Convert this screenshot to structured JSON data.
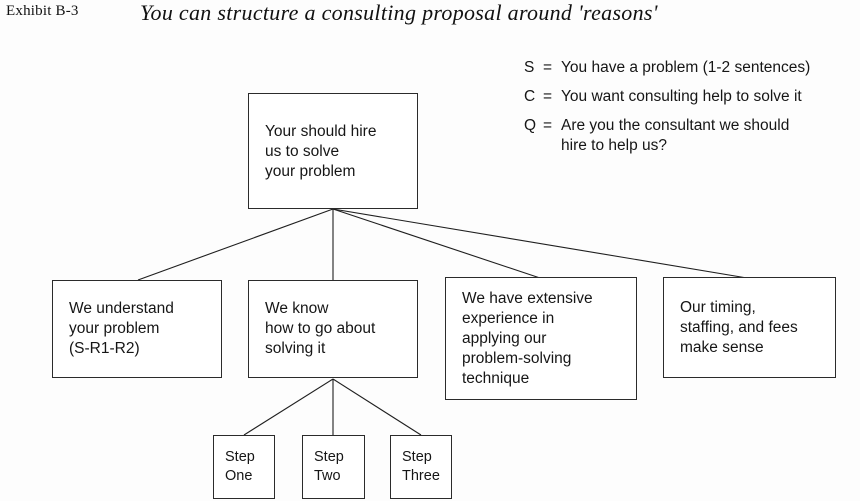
{
  "header": {
    "exhibit_label": "Exhibit B-3",
    "title": "You can structure a consulting proposal around 'reasons'"
  },
  "legend": {
    "rows": [
      {
        "key": "S",
        "eq": "=",
        "text": "You have a problem (1-2 sentences)"
      },
      {
        "key": "C",
        "eq": "=",
        "text": "You want consulting help to solve it"
      },
      {
        "key": "Q",
        "eq": "=",
        "text": "Are you the consultant we should\n   hire to help us?"
      }
    ]
  },
  "diagram": {
    "root": {
      "label": "Your should hire\nus to solve\nyour problem"
    },
    "reasons": [
      {
        "label": "We understand\nyour problem\n(S-R1-R2)"
      },
      {
        "label": "We know\nhow to go about\nsolving it"
      },
      {
        "label": "We have extensive\nexperience in\napplying our\nproblem-solving\ntechnique"
      },
      {
        "label": "Our timing,\nstaffing, and fees\nmake sense"
      }
    ],
    "steps": [
      {
        "label": "Step\nOne"
      },
      {
        "label": "Step\nTwo"
      },
      {
        "label": "Step\nThree"
      }
    ]
  },
  "colors": {
    "background": "#fdfdfd",
    "ink": "#161616",
    "box_border": "#2b2b2b",
    "connector": "#1f1f1f"
  }
}
